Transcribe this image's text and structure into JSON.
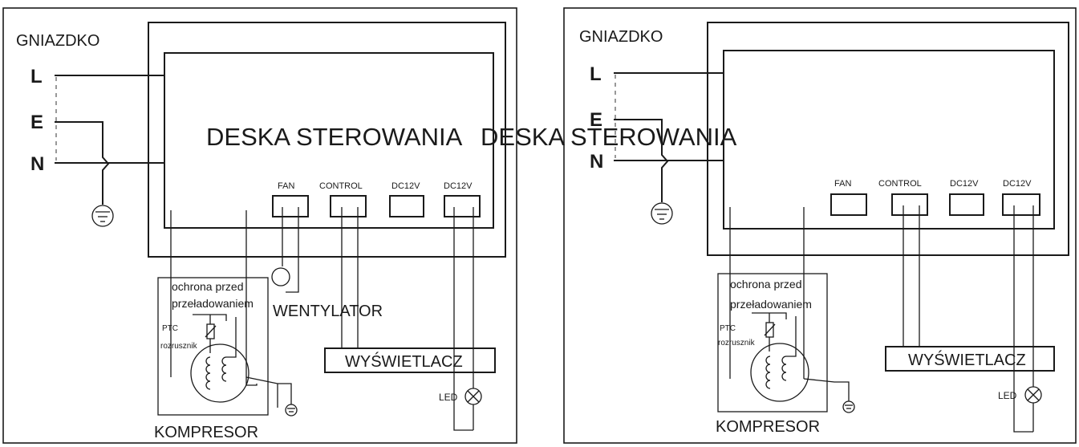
{
  "left": {
    "socket": "GNIAZDKO",
    "pins": [
      "L",
      "E",
      "N"
    ],
    "connectors": [
      "FAN",
      "CONTROL",
      "DC12V",
      "DC12V"
    ],
    "protection": [
      "ochrona przed",
      "przeładowaniem"
    ],
    "ptc": [
      "PTC",
      "rozrusznik"
    ],
    "fan": "WENTYLATOR",
    "display": "WYŚWIETLACZ",
    "led": "LED",
    "compressor": "KOMPRESOR"
  },
  "right": {
    "socket": "GNIAZDKO",
    "pins": [
      "L",
      "E",
      "N"
    ],
    "connectors": [
      "FAN",
      "CONTROL",
      "DC12V",
      "DC12V"
    ],
    "protection": [
      "ochrona przed",
      "przeładowaniem"
    ],
    "ptc": [
      "PTC",
      "rozrusznik"
    ],
    "display": "WYŚWIETLACZ",
    "led": "LED",
    "compressor": "KOMPRESOR"
  },
  "board_labels": [
    "DESKA STEROWANIA",
    "DESKA STEROWANIA"
  ]
}
